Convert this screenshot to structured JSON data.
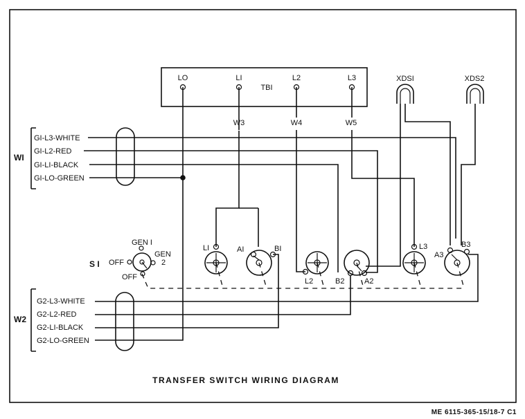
{
  "title": "TRANSFER SWITCH WIRING DIAGRAM",
  "drawing_number": "ME 6115-365-15/18-7 C1",
  "terminal_board": {
    "name": "TBI",
    "terminals": [
      "LO",
      "LI",
      "L2",
      "L3"
    ]
  },
  "wire_labels": [
    "W3",
    "W4",
    "W5"
  ],
  "receptacles": [
    "XDSI",
    "XDS2"
  ],
  "cable_w1": {
    "name": "WI",
    "conductors": [
      "GI-L3-WHITE",
      "GI-L2-RED",
      "GI-LI-BLACK",
      "GI-LO-GREEN"
    ]
  },
  "cable_w2": {
    "name": "W2",
    "conductors": [
      "G2-L3-WHITE",
      "G2-L2-RED",
      "G2-LI-BLACK",
      "G2-LO-GREEN"
    ]
  },
  "selector_switch": {
    "name": "S I",
    "positions": [
      "GEN I",
      "GEN",
      "2",
      "OFF",
      "OFF"
    ]
  },
  "switch_terminals": [
    "LI",
    "AI",
    "BI",
    "L2",
    "B2",
    "A2",
    "L3",
    "A3",
    "B3"
  ]
}
